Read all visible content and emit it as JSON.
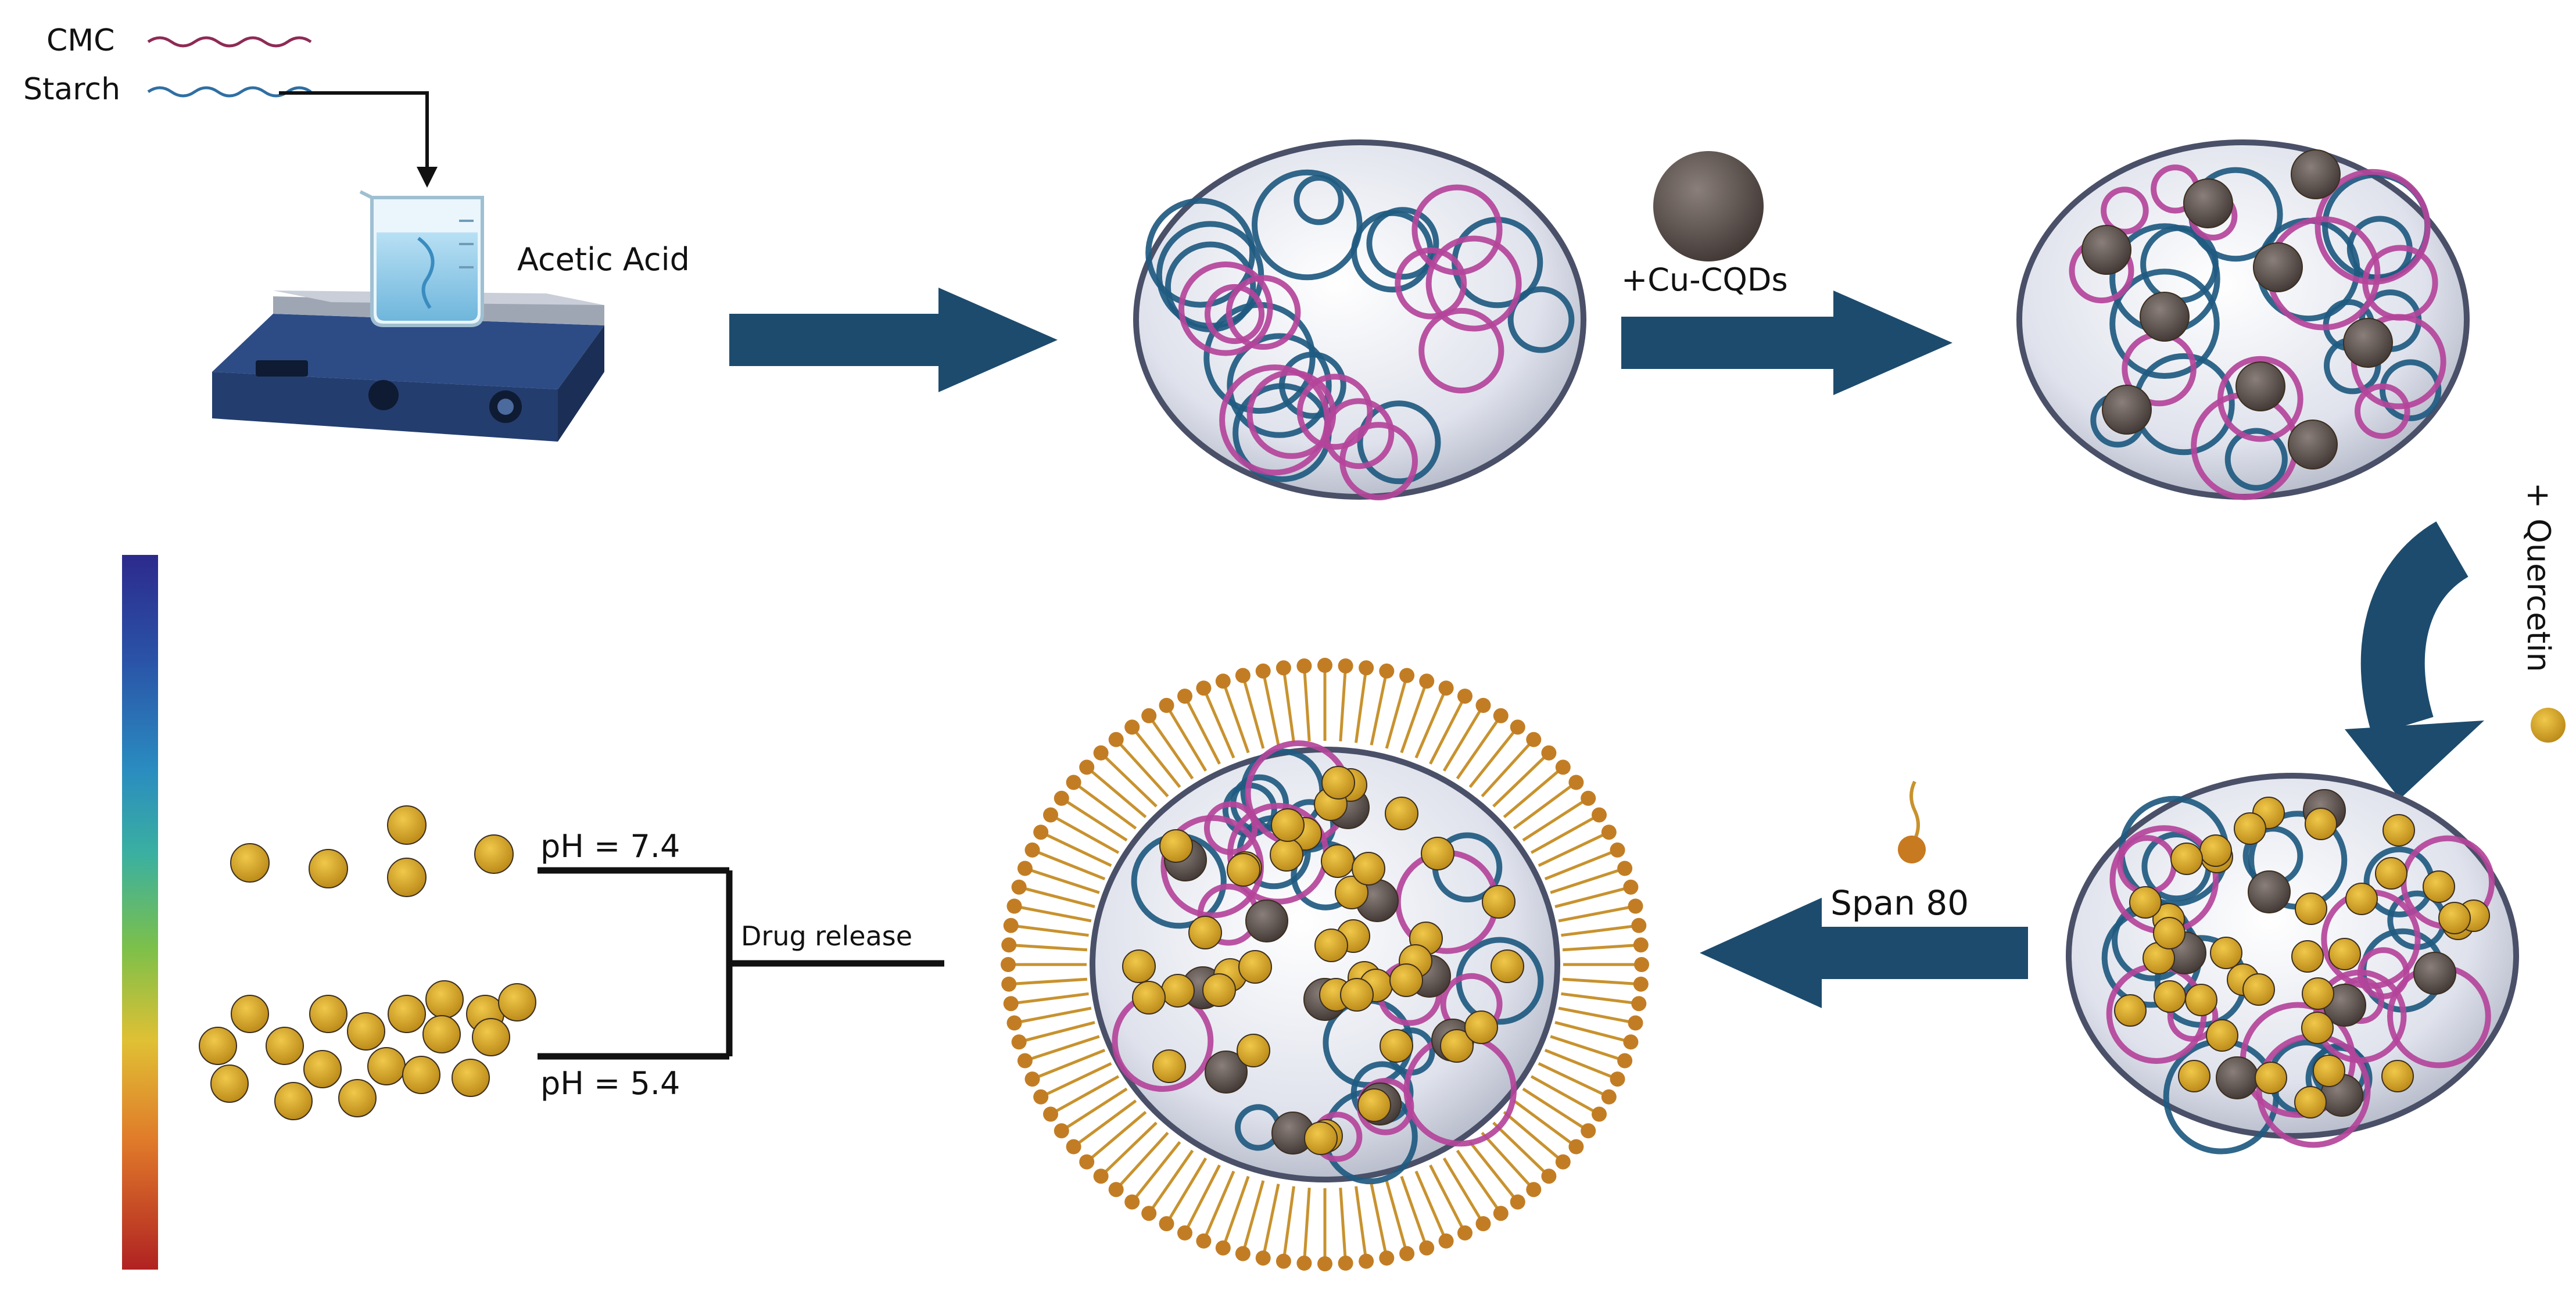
{
  "legend": {
    "cmc_label": "CMC",
    "starch_label": "Starch",
    "cmc_color": "#8e2a56",
    "starch_color": "#2f6fa3"
  },
  "steps": {
    "solvent_label": "Acetic Acid",
    "add_cqds_label": "+Cu-CQDs",
    "add_quercetin_label": "+ Quercetin",
    "surfactant_label": "Span 80",
    "release_label": "Drug release"
  },
  "release": {
    "ph_high_label": "pH = 7.4",
    "ph_low_label": "pH = 5.4"
  },
  "colors": {
    "arrow": "#1d4b6d",
    "cmc_strand": "#b4449a",
    "starch_strand": "#1f5a80",
    "cqd": "#5a4f4b",
    "quercetin": "#d9a92a",
    "lipid": "#c8922e",
    "sphere_fill": "#e6e8ef"
  },
  "icons": {
    "hotplate": "magnetic-stirrer-icon",
    "beaker": "beaker-icon",
    "ph_scale": "ph-gradient-bar"
  }
}
